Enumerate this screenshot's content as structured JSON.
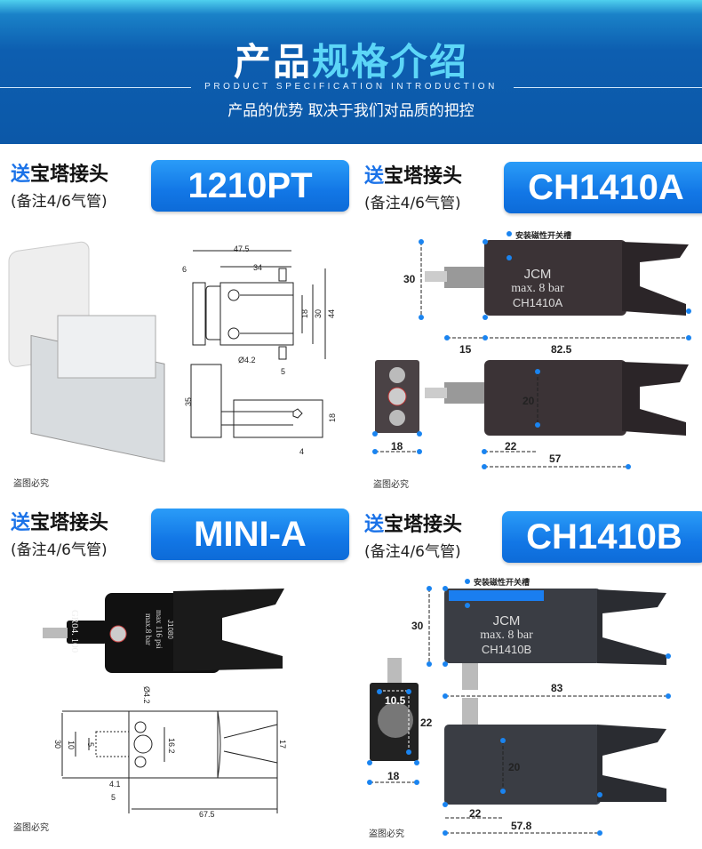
{
  "header": {
    "title_white": "产品",
    "title_blue": "规格介绍",
    "subtitle_en": "PRODUCT SPECIFICATION INTRODUCTION",
    "tagline": "产品的优势 取决于我们对品质的把控"
  },
  "gift": {
    "bold_prefix": "送",
    "main": "宝塔接头",
    "note": "(备注4/6气管)"
  },
  "watermark": "盗图必究",
  "products": [
    {
      "model": "1210PT",
      "dims": {
        "a": "47.5",
        "b": "6",
        "c": "34",
        "d": "18",
        "e": "30",
        "f": "44",
        "hole": "Ø4.2",
        "g": "5",
        "h": "35",
        "i": "18",
        "j": "4"
      }
    },
    {
      "model": "CH1410A",
      "slot_label": "安装磁性开关槽",
      "brand": "JCM",
      "pressure": "max. 8 bar",
      "marking": "CH1410A",
      "dims": {
        "h": "30",
        "a": "15",
        "b": "82.5",
        "c": "20",
        "d": "18",
        "e": "22",
        "f": "57"
      }
    },
    {
      "model": "MINI-A",
      "marking": [
        "GR04. 100",
        "max.8 bar",
        "max 116 psi",
        "J1080"
      ],
      "dims": {
        "hole": "Ø4.2",
        "h": "30",
        "a": "10",
        "b": "5",
        "c": "16.2",
        "d": "17",
        "e": "4.1",
        "f": "5",
        "g": "67.5"
      }
    },
    {
      "model": "CH1410B",
      "slot_label": "安装磁性开关槽",
      "brand": "JCM",
      "pressure": "max. 8 bar",
      "marking": "CH1410B",
      "dims": {
        "h": "30",
        "a": "83",
        "b": "10.5",
        "c": "22",
        "d": "18",
        "e": "20",
        "f": "22",
        "g": "57.8"
      }
    }
  ],
  "colors": {
    "header": "#0c58a8",
    "accent": "#1a72e8",
    "badge": "#1277e6"
  }
}
